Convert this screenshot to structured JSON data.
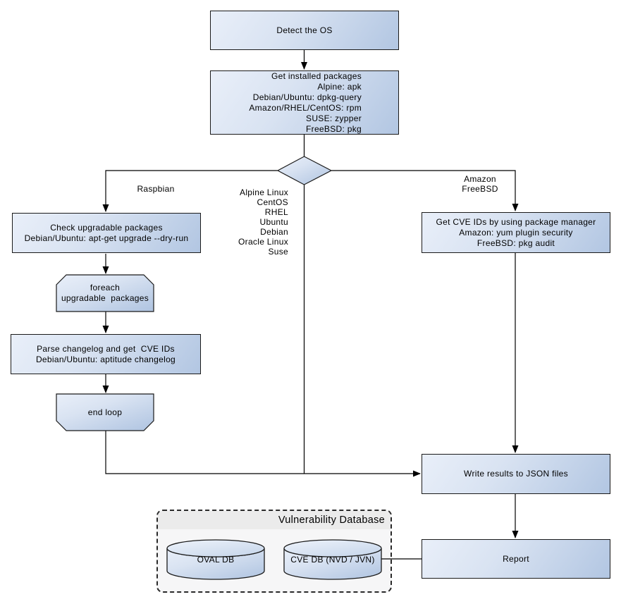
{
  "nodes": {
    "detect_os": "Detect the OS",
    "get_packages": "Get installed packages\nAlpine: apk\nDebian/Ubuntu: dpkg-query\nAmazon/RHEL/CentOS: rpm\nSUSE: zypper\nFreeBSD: pkg",
    "check_upgradable": "Check upgradable packages\nDebian/Ubuntu: apt-get upgrade --dry-run",
    "foreach_loop": "foreach\nupgradable  packages",
    "parse_changelog": "Parse changelog and get  CVE IDs\nDebian/Ubuntu: aptitude changelog",
    "end_loop": "end loop",
    "get_cve_ids": "Get CVE IDs by using package manager\nAmazon: yum plugin security\nFreeBSD: pkg audit",
    "write_results": "Write results to JSON files",
    "report": "Report"
  },
  "edge_labels": {
    "left_branch": "Raspbian",
    "middle_branch": "Alpine Linux\nCentOS\nRHEL\nUbuntu\nDebian\nOracle Linux\nSuse",
    "right_branch": "Amazon\nFreeBSD"
  },
  "database": {
    "title": "Vulnerability Database",
    "oval_db_label": "OVAL DB",
    "cve_db_label": "CVE DB (NVD / JVN)"
  },
  "colors": {
    "node_fill_light": "#e9eff9",
    "node_fill_dark": "#b2c6e2",
    "node_border": "#1a1a1a",
    "connector": "#000000",
    "db_container_body": "#f6f6f7",
    "db_container_header": "#ebebeb",
    "background": "#ffffff"
  }
}
